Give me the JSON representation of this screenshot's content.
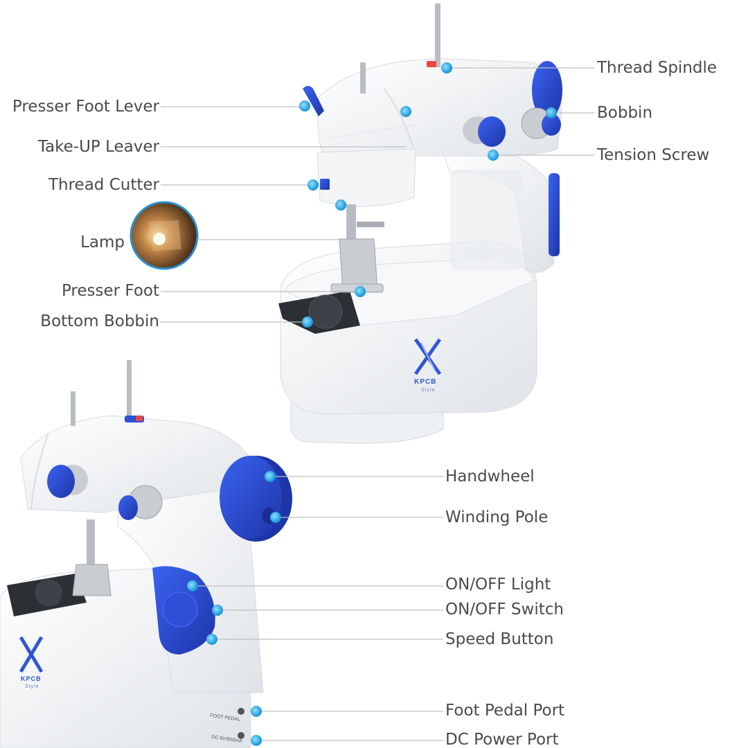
{
  "colors": {
    "accent": "#2f4fd6",
    "callout_dot": "#1ea7e8",
    "leader_line": "#bfbfbf",
    "label_text": "#4a4a4a",
    "body_white": "#f4f6f8"
  },
  "brand": {
    "logo_text": "KPCB",
    "logo_sub": "Style",
    "port_foot_pedal": "FOOT PEDAL",
    "port_dc": "DC 6V/800mA"
  },
  "callouts_left": [
    {
      "id": "presser-foot-lever",
      "label": "Presser Foot Lever"
    },
    {
      "id": "take-up-leaver",
      "label": "Take-UP Leaver"
    },
    {
      "id": "thread-cutter",
      "label": "Thread Cutter"
    },
    {
      "id": "lamp",
      "label": "Lamp"
    },
    {
      "id": "presser-foot",
      "label": "Presser Foot"
    },
    {
      "id": "bottom-bobbin",
      "label": "Bottom Bobbin"
    }
  ],
  "callouts_right_top": [
    {
      "id": "thread-spindle",
      "label": "Thread Spindle"
    },
    {
      "id": "bobbin",
      "label": "Bobbin"
    },
    {
      "id": "tension-screw",
      "label": "Tension Screw"
    }
  ],
  "callouts_right_bottom": [
    {
      "id": "handwheel",
      "label": "Handwheel"
    },
    {
      "id": "winding-pole",
      "label": "Winding Pole"
    },
    {
      "id": "on-off-light",
      "label": "ON/OFF Light"
    },
    {
      "id": "on-off-switch",
      "label": "ON/OFF Switch"
    },
    {
      "id": "speed-button",
      "label": "Speed Button"
    },
    {
      "id": "foot-pedal-port",
      "label": "Foot Pedal Port"
    },
    {
      "id": "dc-power-port",
      "label": "DC Power Port"
    }
  ]
}
